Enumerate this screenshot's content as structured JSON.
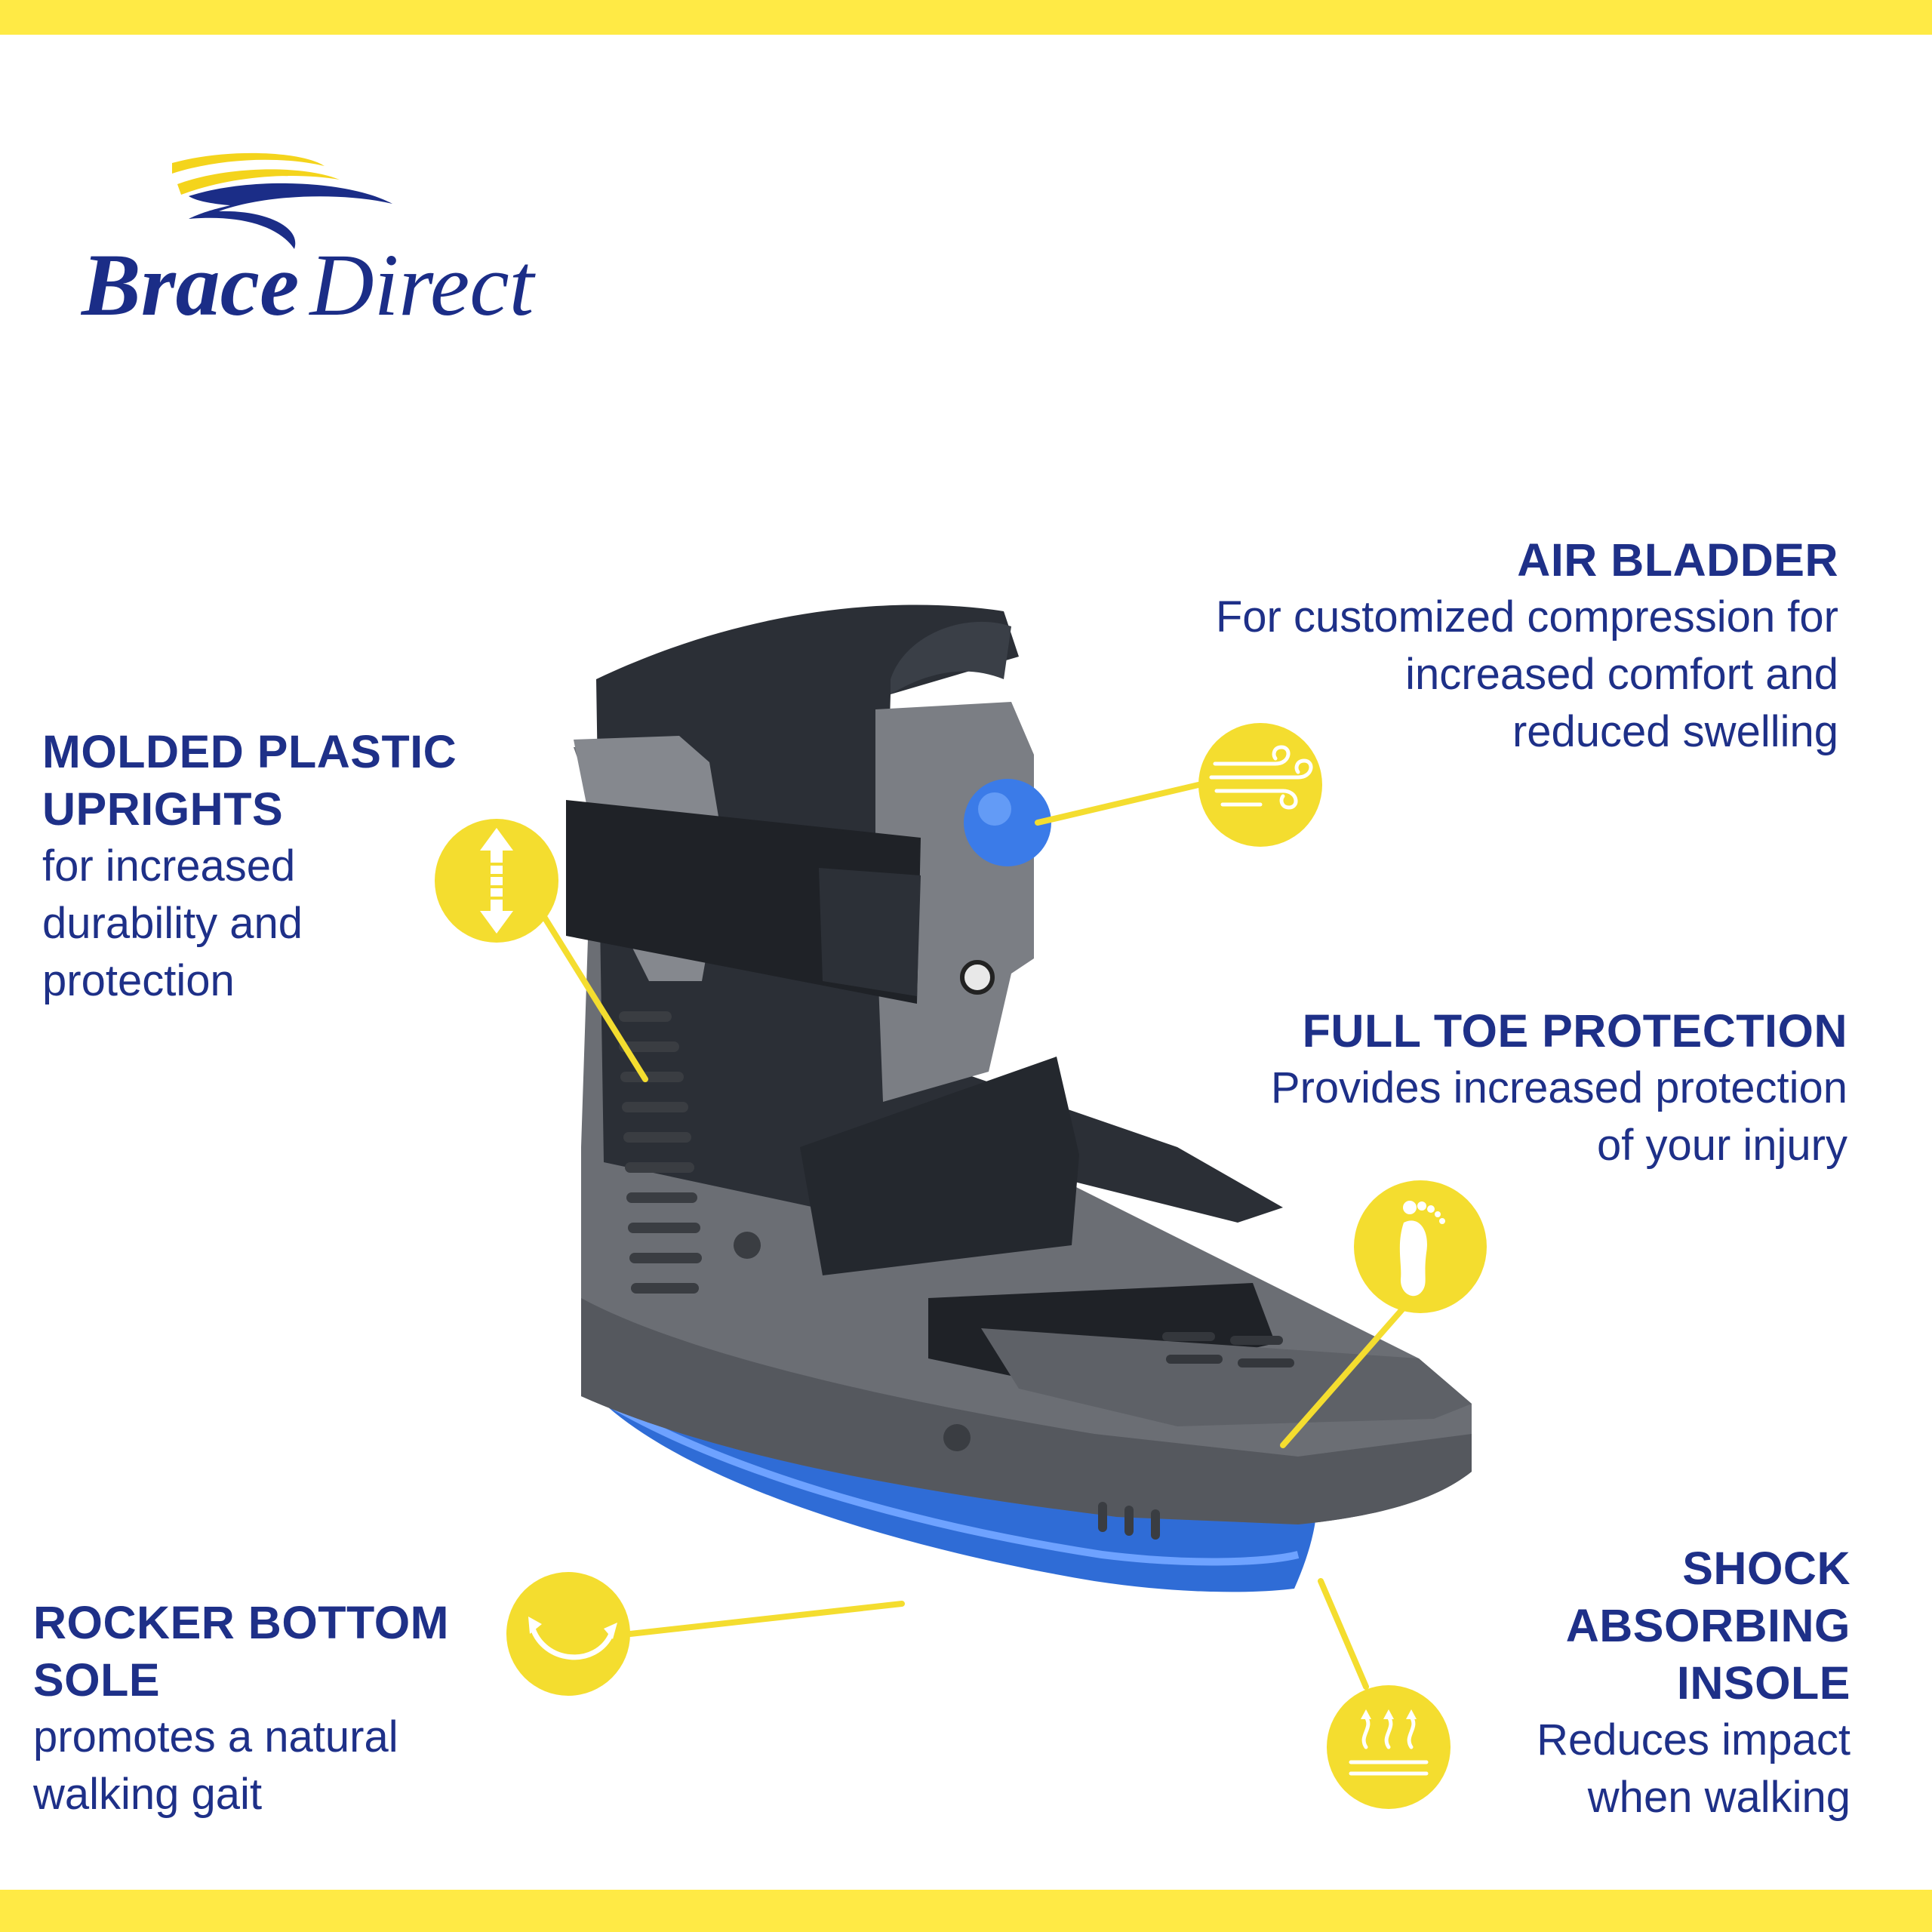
{
  "brand": {
    "logo_word_1": "Brace",
    "logo_word_2": "Direct",
    "navy": "#1b2d87",
    "yellow": "#ffea45",
    "callout_yellow": "#f4dd2f"
  },
  "product": "air walker boot",
  "callouts": {
    "air_bladder": {
      "title": "AIR BLADDER",
      "desc_lines": [
        "For customized compression for",
        "increased comfort and",
        "reduced swelling"
      ],
      "icon": "air-flow-icon"
    },
    "molded_uprights": {
      "title_lines": [
        "MOLDED PLASTIC",
        "UPRIGHTS"
      ],
      "desc_lines": [
        "for increased",
        "durability and",
        "protection"
      ],
      "icon": "up-down-arrow-icon"
    },
    "full_toe": {
      "title": "FULL TOE PROTECTION",
      "desc_lines": [
        "Provides increased protection",
        "of your injury"
      ],
      "icon": "footprint-icon"
    },
    "rocker_sole": {
      "title_lines": [
        "ROCKER BOTTOM",
        "SOLE"
      ],
      "desc_lines": [
        "promotes a natural",
        "walking gait"
      ],
      "icon": "rocker-curve-icon"
    },
    "shock_insole": {
      "title_lines": [
        "SHOCK",
        "ABSORBING",
        "INSOLE"
      ],
      "desc_lines": [
        "Reduces impact",
        "when walking"
      ],
      "icon": "cushion-waves-icon"
    }
  }
}
